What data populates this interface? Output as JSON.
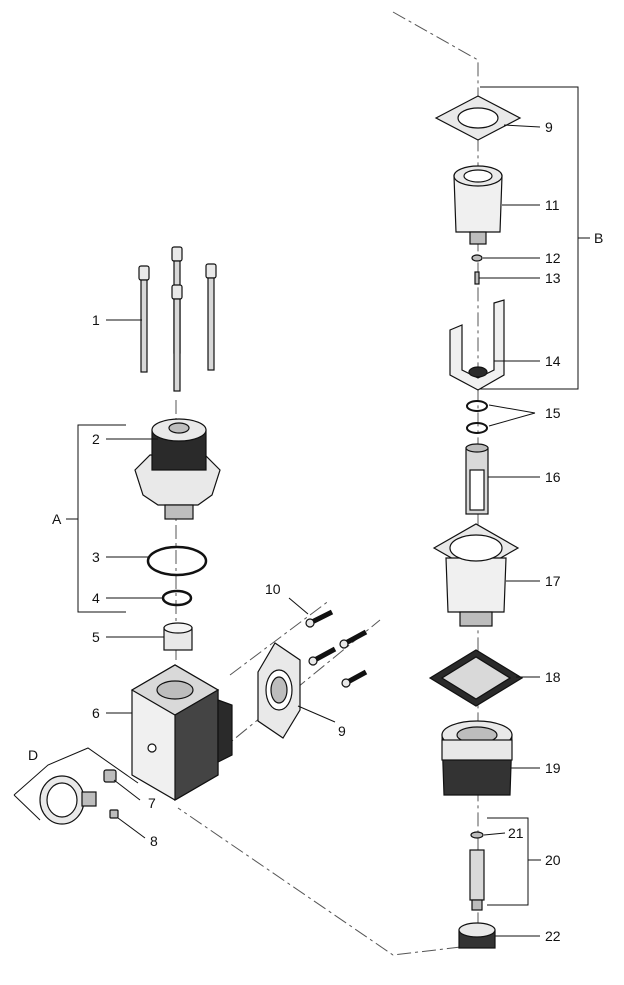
{
  "callouts": {
    "p1": "1",
    "p2": "2",
    "p3": "3",
    "p4": "4",
    "p5": "5",
    "p6": "6",
    "p7": "7",
    "p8": "8",
    "p9_left": "9",
    "p9_right": "9",
    "p10": "10",
    "p11": "11",
    "p12": "12",
    "p13": "13",
    "p14": "14",
    "p15": "15",
    "p16": "16",
    "p17": "17",
    "p18": "18",
    "p19": "19",
    "p20": "20",
    "p21": "21",
    "p22": "22"
  },
  "groups": {
    "A": "A",
    "B": "B",
    "D": "D"
  },
  "colors": {
    "line": "#111111",
    "fill_light": "#e9e9e9",
    "fill_mid": "#bdbdbd",
    "fill_dark": "#2a2a2a",
    "background": "#ffffff"
  }
}
